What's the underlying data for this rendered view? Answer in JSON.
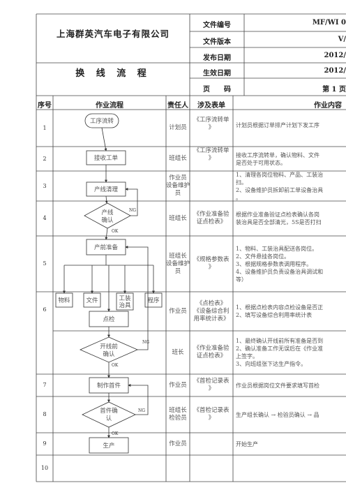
{
  "header": {
    "company": "上海群英汽车电子有限公司",
    "title": "换 线 流 程",
    "meta": [
      {
        "label": "文件编号",
        "value": "MF/WI 0"
      },
      {
        "label": "文件版本",
        "value": "V/"
      },
      {
        "label": "发布日期",
        "value": "2012/"
      },
      {
        "label": "生效日期",
        "value": "2012/"
      },
      {
        "label": "页　　码",
        "value": "第 1 页"
      }
    ]
  },
  "columns": {
    "seq": "序号",
    "flow": "作业流程",
    "resp": "责任人",
    "form": "涉及表单",
    "content": "作业内容"
  },
  "flow": {
    "start": "工序流转",
    "receive": "接收工单",
    "clear": "产线清理",
    "confirm_line1": "产线",
    "confirm_line2": "确认",
    "prep": "产前准备",
    "material": "物料",
    "doc": "文件",
    "tool_line1": "工装",
    "tool_line2": "治具",
    "program": "程序",
    "check": "点检",
    "start_confirm_line1": "开线前",
    "start_confirm_line2": "确认",
    "first_article": "制作首件",
    "fa_confirm_line1": "首件确",
    "fa_confirm_line2": "认",
    "production": "生产",
    "ng": "NG",
    "ok": "OK"
  },
  "rows": [
    {
      "seq": "1",
      "resp": [
        "计划员"
      ],
      "form": [
        "《工序流转单",
        "》"
      ],
      "content": [
        "计划员根据订单排产计划下发工序"
      ]
    },
    {
      "seq": "2",
      "resp": [
        "班组长"
      ],
      "form": [
        "《工序流转单",
        "》"
      ],
      "content": [
        "接收工序流转单，确认物料、文件",
        "是否处于可用状态。"
      ]
    },
    {
      "seq": "3",
      "resp": [
        "作业员",
        "设备维护",
        "员"
      ],
      "form": [],
      "content": [
        "1、清理各岗位物料、产品、工装治",
        "扫。",
        "2、设备维护员拆卸前工单设备治具",
        "。"
      ]
    },
    {
      "seq": "4",
      "resp": [
        "班组长"
      ],
      "form": [
        "《作业准备验",
        "证点检表》"
      ],
      "content": [
        "根据作业准备验证点检表确认各岗",
        "装治具是否全部清光，5S是否打扫"
      ]
    },
    {
      "seq": "5",
      "resp": [
        "班组长",
        "设备维护",
        "员"
      ],
      "form": [
        "《规格参数表",
        "》"
      ],
      "content": [
        "1、物料、工装治具配送各岗位。",
        "2、文件悬挂各岗位。",
        "3、根据规格参数表调用程序。",
        "4、设备维护员负责设备治具调试和",
        "等）"
      ]
    },
    {
      "seq": "6",
      "resp": [
        "作业员"
      ],
      "form": [
        "《点检表》",
        "《设备综合利",
        "用率统计表》"
      ],
      "content": [
        "1、根据点检表内容点检设备是否正",
        "2、填写设备综合利用率统计表"
      ]
    },
    {
      "seq": "",
      "resp": [
        "班长"
      ],
      "form": [
        "《作业准备验",
        "证点检表》"
      ],
      "content": [
        "1、最终确认开线前所有准备是否到",
        "2、确认准备工作无误后在《作业准",
        "上签字。",
        "3、向班组张下达生产指令。"
      ]
    },
    {
      "seq": "7",
      "resp": [
        "作业员"
      ],
      "form": [
        "《首检记录表",
        "》"
      ],
      "content": [
        "作业员根据岗位文件要求填写首检"
      ]
    },
    {
      "seq": "8",
      "resp": [
        "班组长",
        "检验员"
      ],
      "form": [
        "《首检记录表",
        "》"
      ],
      "content": [
        "生产组长确认 → 检验员确认 → 品"
      ]
    },
    {
      "seq": "9",
      "resp": [
        "作业员"
      ],
      "form": [],
      "content": [
        "开始生产"
      ]
    },
    {
      "seq": "10",
      "resp": [],
      "form": [],
      "content": []
    }
  ]
}
